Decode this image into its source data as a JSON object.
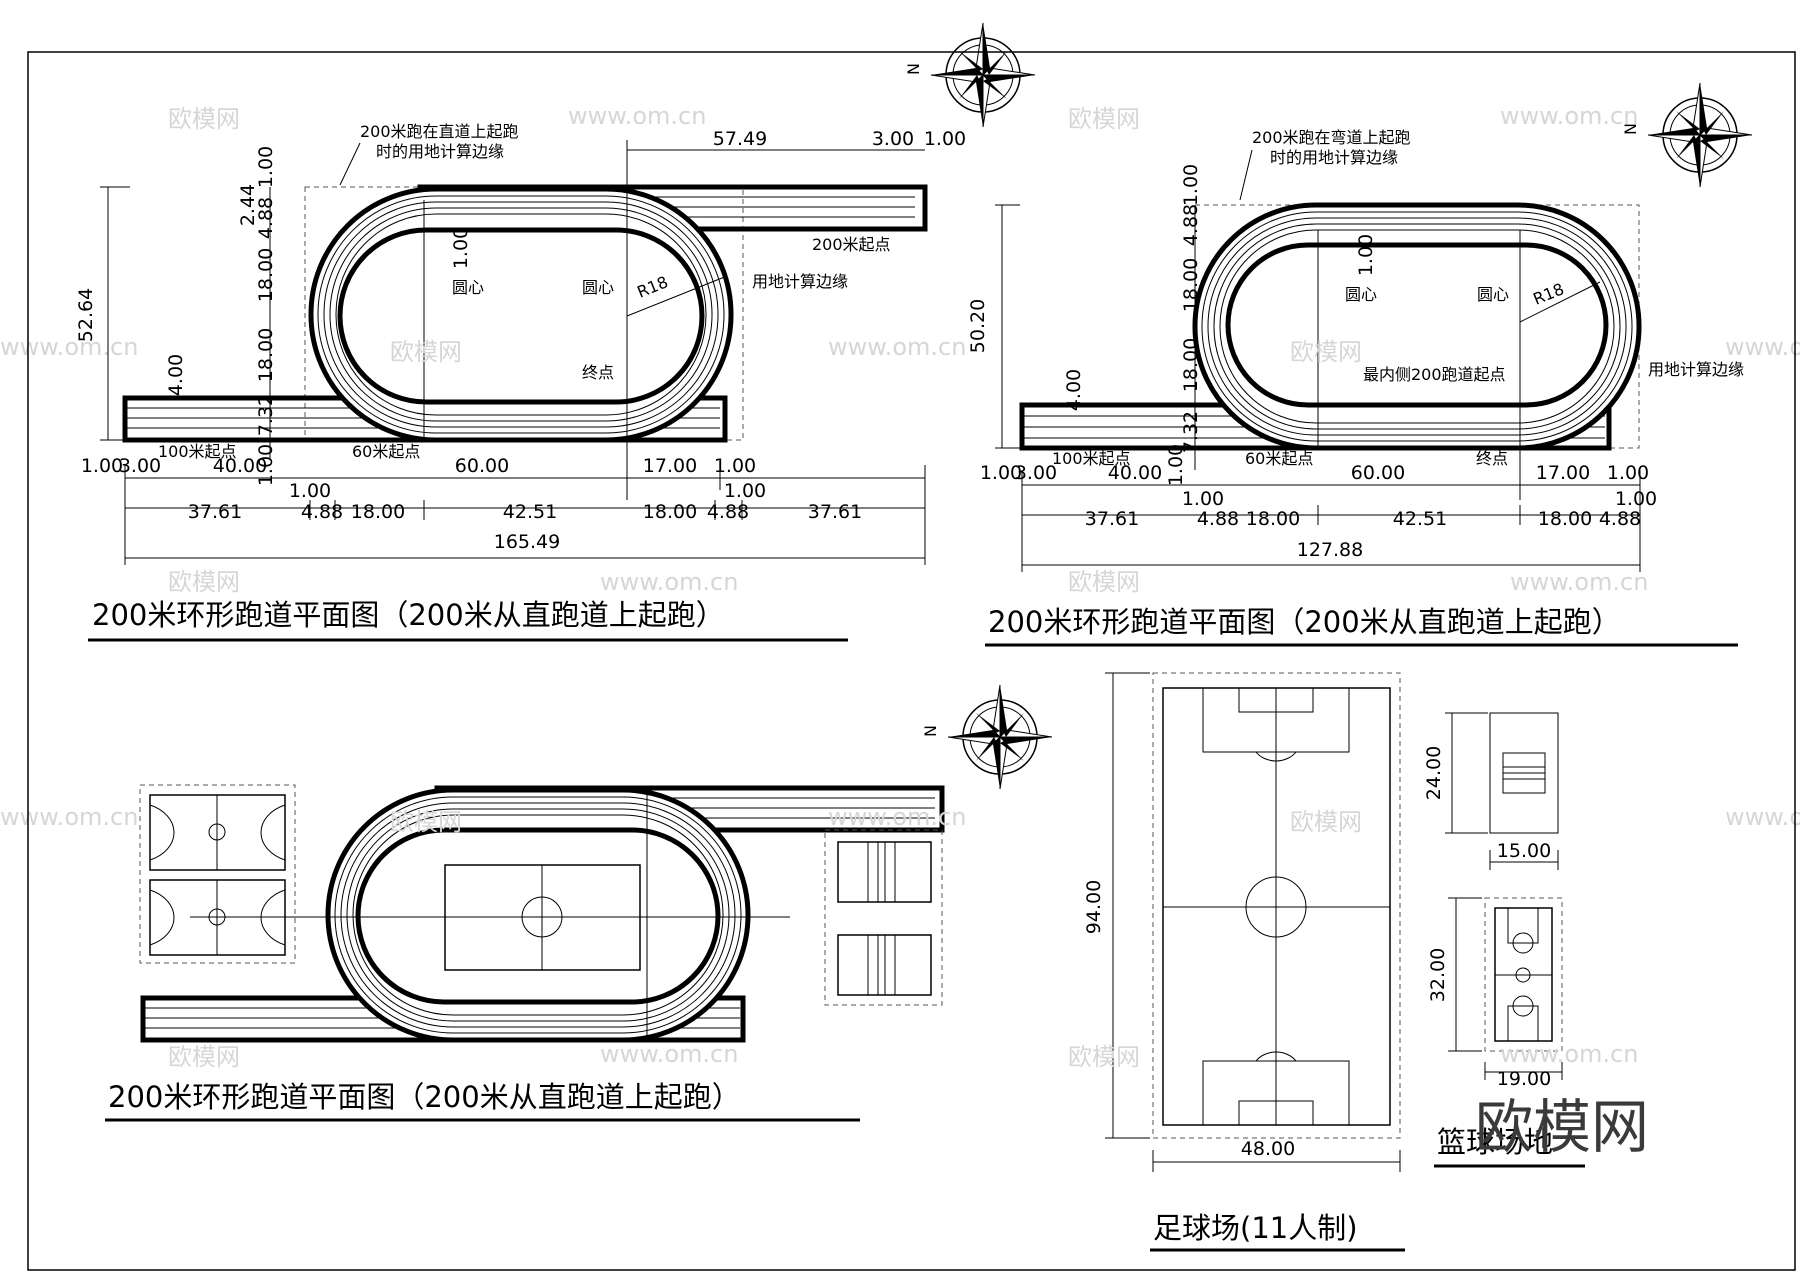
{
  "plan1": {
    "title": "200米环形跑道平面图（200米从直跑道上起跑）",
    "note_edge_straight": [
      "200米跑在直道上起跑",
      "时的用地计算边缘"
    ],
    "label_center_left": "圆心",
    "label_center_right": "圆心",
    "label_radius": "R18",
    "label_start_200": "200米起点",
    "label_site_edge": "用地计算边缘",
    "label_finish": "终点",
    "label_start_100": "100米起点",
    "label_start_60": "60米起点",
    "dims_top": [
      "57.49",
      "3.00",
      "1.00"
    ],
    "dim_height": "52.64",
    "dims_vertical": [
      "1.00",
      "2.44",
      "4.88",
      "18.00",
      "18.00",
      "4.00",
      "7.32",
      "1.00",
      "1.00"
    ],
    "dims_row1": [
      "1.00",
      "3.00",
      "40.00",
      "60.00",
      "17.00",
      "1.00"
    ],
    "dims_row2": [
      "1.00",
      "1.00"
    ],
    "dims_row3": [
      "37.61",
      "4.88",
      "18.00",
      "42.51",
      "18.00",
      "4.88",
      "37.61"
    ],
    "dim_total": "165.49"
  },
  "plan2": {
    "title": "200米环形跑道平面图（200米从直跑道上起跑）",
    "note_edge_curve": [
      "200米跑在弯道上起跑",
      "时的用地计算边缘"
    ],
    "label_center_left": "圆心",
    "label_center_right": "圆心",
    "label_radius": "R18",
    "label_inner_start": "最内侧200跑道起点",
    "label_site_edge": "用地计算边缘",
    "label_finish": "终点",
    "label_start_100": "100米起点",
    "label_start_60": "60米起点",
    "dim_height": "50.20",
    "dims_vertical": [
      "1.00",
      "4.88",
      "1.00",
      "18.00",
      "18.00",
      "4.00",
      "7.32",
      "1.00"
    ],
    "dims_row1": [
      "1.00",
      "3.00",
      "40.00",
      "60.00",
      "17.00",
      "1.00"
    ],
    "dims_row2": [
      "1.00",
      "1.00"
    ],
    "dims_row3": [
      "37.61",
      "4.88",
      "18.00",
      "42.51",
      "18.00",
      "4.88"
    ],
    "dim_total": "127.88"
  },
  "plan3": {
    "title": "200米环形跑道平面图（200米从直跑道上起跑）"
  },
  "football": {
    "title": "足球场(11人制)",
    "dim_length": "94.00",
    "dim_width": "48.00"
  },
  "basketball": {
    "title": "篮球场地",
    "dim_volley_h": "24.00",
    "dim_volley_w": "15.00",
    "dim_court_h": "32.00",
    "dim_court_w": "19.00"
  },
  "compass": {
    "north_label": "N"
  },
  "watermark": {
    "cn": "欧模网",
    "url": "www.om.cn",
    "brand": "欧模网"
  }
}
